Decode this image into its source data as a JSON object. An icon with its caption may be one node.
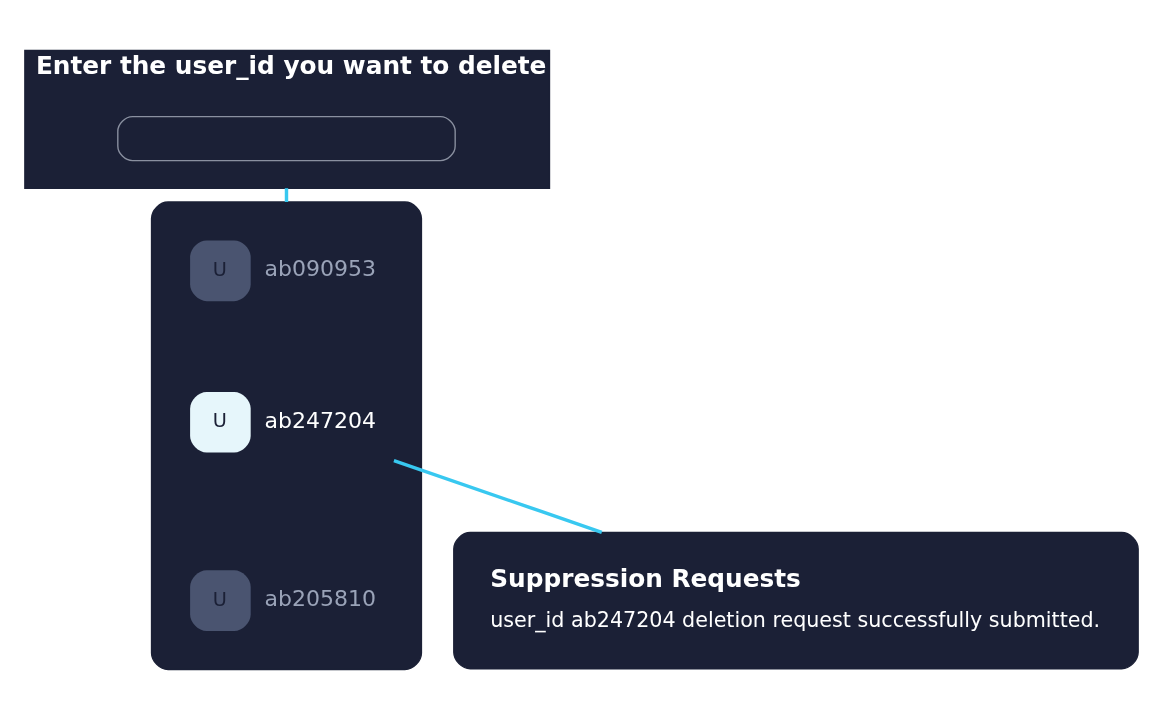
{
  "diagram": {
    "nodes": [
      {
        "text": [
          "Enter the user_id you want to delete"
        ]
      },
      {
        "text": [],
        "shape": "box",
        "in": 0
      },
      {
        "text": [],
        "shape": "box"
      },
      {
        "text": [
          "U"
        ],
        "in": 2,
        "beside": [
          "ab090953"
        ]
      },
      {
        "text": [
          "U"
        ],
        "in": 2,
        "beside": [
          "ab247204"
        ]
      },
      {
        "text": [
          "U"
        ],
        "in": 2,
        "beside": [
          "ab205810"
        ]
      },
      {
        "text": [
          "Suppression Requests",
          "user_id ab247204 deletion request successfully submitted."
        ]
      }
    ],
    "edges": [
      {
        "from": 0,
        "to": 2,
        "arrow": "none"
      },
      {
        "from": 4,
        "to": 6,
        "arrow": "none"
      }
    ]
  }
}
